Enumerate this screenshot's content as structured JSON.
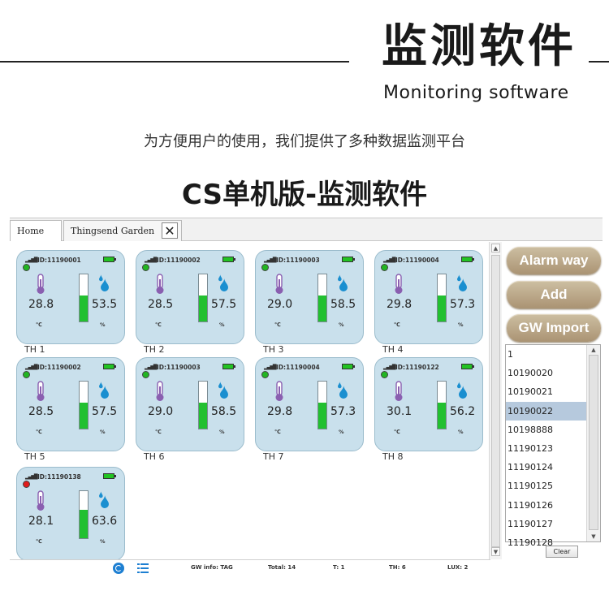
{
  "banner": {
    "title": "监测软件",
    "subtitle": "Monitoring software",
    "intro": "为方便用户的使用，我们提供了多种数据监测平台",
    "section_title": "CS单机版-监测软件"
  },
  "tabs": [
    {
      "label": "Home"
    },
    {
      "label": "Thingsend Garden",
      "close": "✕"
    }
  ],
  "signal_glyph": "▂▄▆█",
  "colors": {
    "card_bg": "#c9e0ec",
    "fill_green": "#22c030",
    "status_ok": "#22b522",
    "status_alarm": "#e01b1b",
    "button_wood": "#aa9373"
  },
  "devices": [
    {
      "id": "ID:11190001",
      "name": "TH 1",
      "temp": "28.8",
      "hum": "53.5",
      "temp_unit": "℃",
      "hum_unit": "%",
      "status": "ok",
      "fill": 0.55
    },
    {
      "id": "ID:11190002",
      "name": "TH 2",
      "temp": "28.5",
      "hum": "57.5",
      "temp_unit": "℃",
      "hum_unit": "%",
      "status": "ok",
      "fill": 0.55
    },
    {
      "id": "ID:11190003",
      "name": "TH 3",
      "temp": "29.0",
      "hum": "58.5",
      "temp_unit": "℃",
      "hum_unit": "%",
      "status": "ok",
      "fill": 0.55
    },
    {
      "id": "ID:11190004",
      "name": "TH 4",
      "temp": "29.8",
      "hum": "57.3",
      "temp_unit": "℃",
      "hum_unit": "%",
      "status": "ok",
      "fill": 0.55
    },
    {
      "id": "ID:11190002",
      "name": "TH 5",
      "temp": "28.5",
      "hum": "57.5",
      "temp_unit": "℃",
      "hum_unit": "%",
      "status": "ok",
      "fill": 0.55
    },
    {
      "id": "ID:11190003",
      "name": "TH 6",
      "temp": "29.0",
      "hum": "58.5",
      "temp_unit": "℃",
      "hum_unit": "%",
      "status": "ok",
      "fill": 0.55
    },
    {
      "id": "ID:11190004",
      "name": "TH 7",
      "temp": "29.8",
      "hum": "57.3",
      "temp_unit": "℃",
      "hum_unit": "%",
      "status": "ok",
      "fill": 0.55
    },
    {
      "id": "ID:11190122",
      "name": "TH 8",
      "temp": "30.1",
      "hum": "56.2",
      "temp_unit": "℃",
      "hum_unit": "%",
      "status": "ok",
      "fill": 0.55
    },
    {
      "id": "ID:11190138",
      "name": "",
      "temp": "28.1",
      "hum": "63.6",
      "temp_unit": "℃",
      "hum_unit": "%",
      "status": "alarm",
      "fill": 0.6
    }
  ],
  "buttons": {
    "alarm_way": "Alarm way",
    "add": "Add",
    "gw_import": "GW Import",
    "clear": "Clear"
  },
  "gateway_list": {
    "items": [
      "1",
      "10190020",
      "10190021",
      "10190022",
      "10198888",
      "11190123",
      "11190124",
      "11190125",
      "11190126",
      "11190127",
      "11190128"
    ],
    "selected": "10190022"
  },
  "statusbar": {
    "gw_info": "GW info: TAG",
    "total": "Total: 14",
    "t": "T:  1",
    "th": "TH:  6",
    "lux": "LUX:  2"
  }
}
